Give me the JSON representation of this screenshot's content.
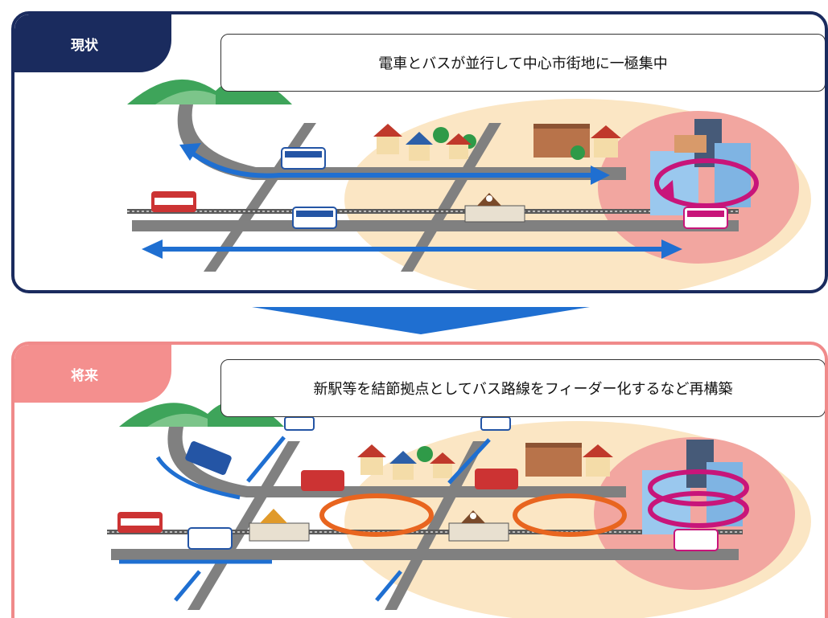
{
  "current": {
    "tab_label": "現状",
    "caption": "電車とバスが並行して中心市街地に一極集中"
  },
  "future": {
    "tab_label": "将来",
    "caption": "新駅等を結節拠点としてバス路線をフィーダー化するなど再構築"
  },
  "colors": {
    "navy": "#1a2b5e",
    "pink": "#f48f8e",
    "arrow_blue": "#1f6fd1",
    "arrow_orange": "#e8651f",
    "arrow_magenta": "#c8157a",
    "town_area": "#fbe6c4",
    "center_area": "#f2a6a0"
  }
}
